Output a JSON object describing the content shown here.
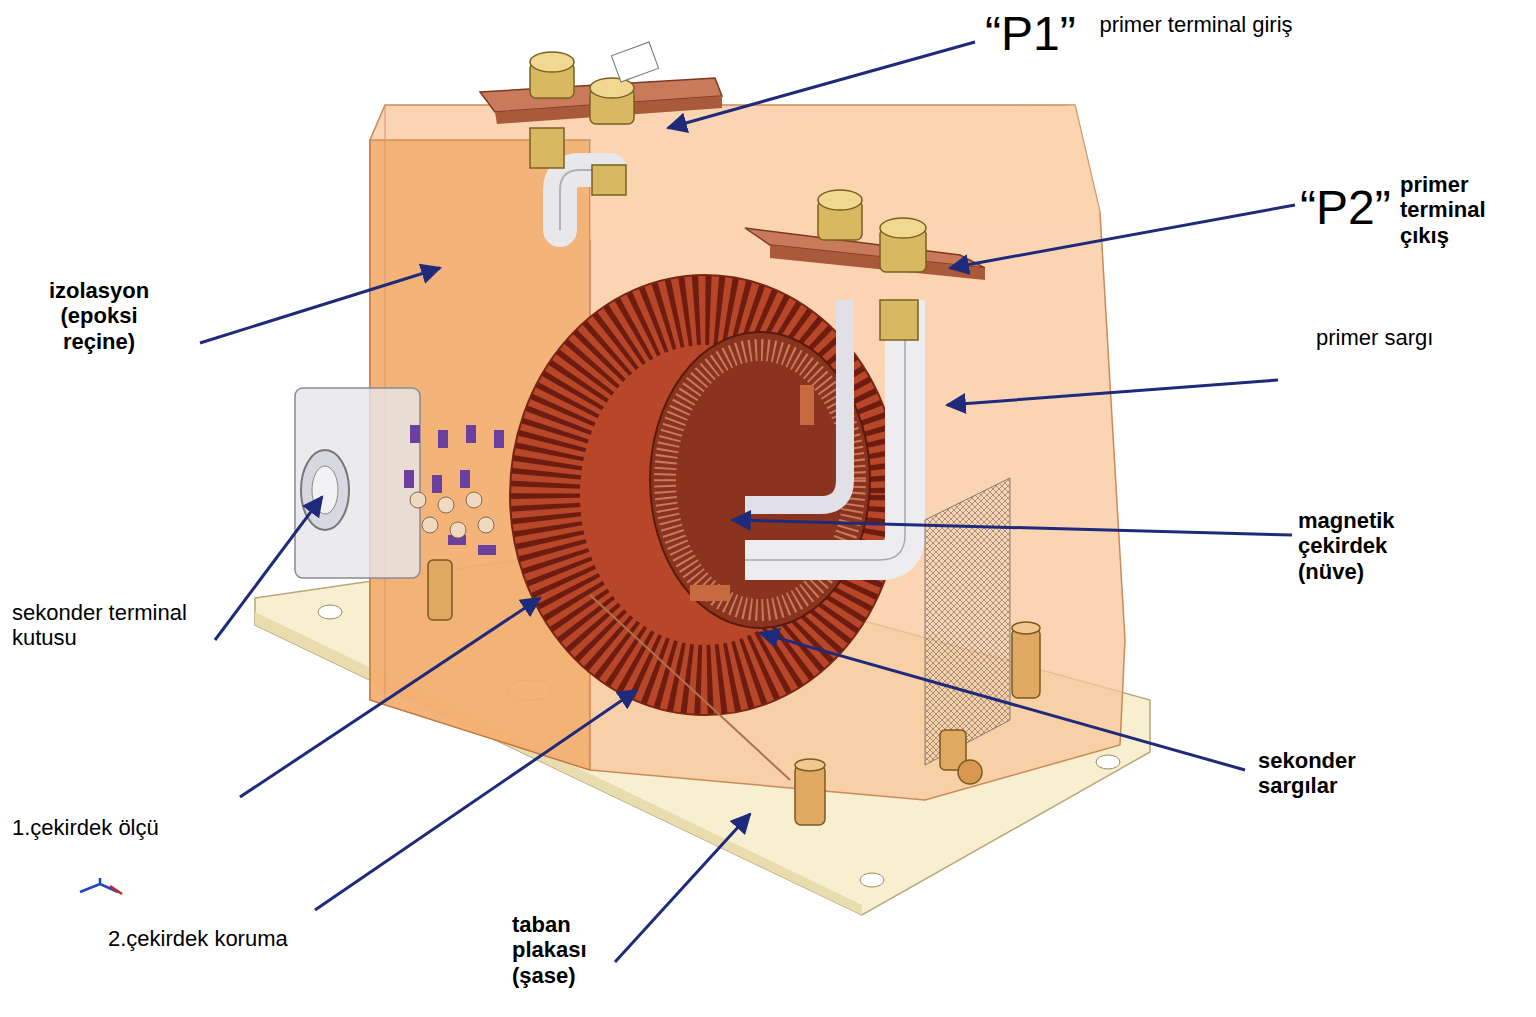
{
  "diagram": {
    "labels": [
      "“P1”",
      "primer terminal giriş",
      "“P2”",
      "primer terminal çıkış",
      "izolasyon (epoksi reçine)",
      "primer sargı",
      "magnetik çekirdek (nüve)",
      "sekonder terminal kutusu",
      "sekonder sargılar",
      "1.çekirdek ölçü",
      "2.çekirdek koruma",
      "taban plakası (şase)"
    ]
  }
}
